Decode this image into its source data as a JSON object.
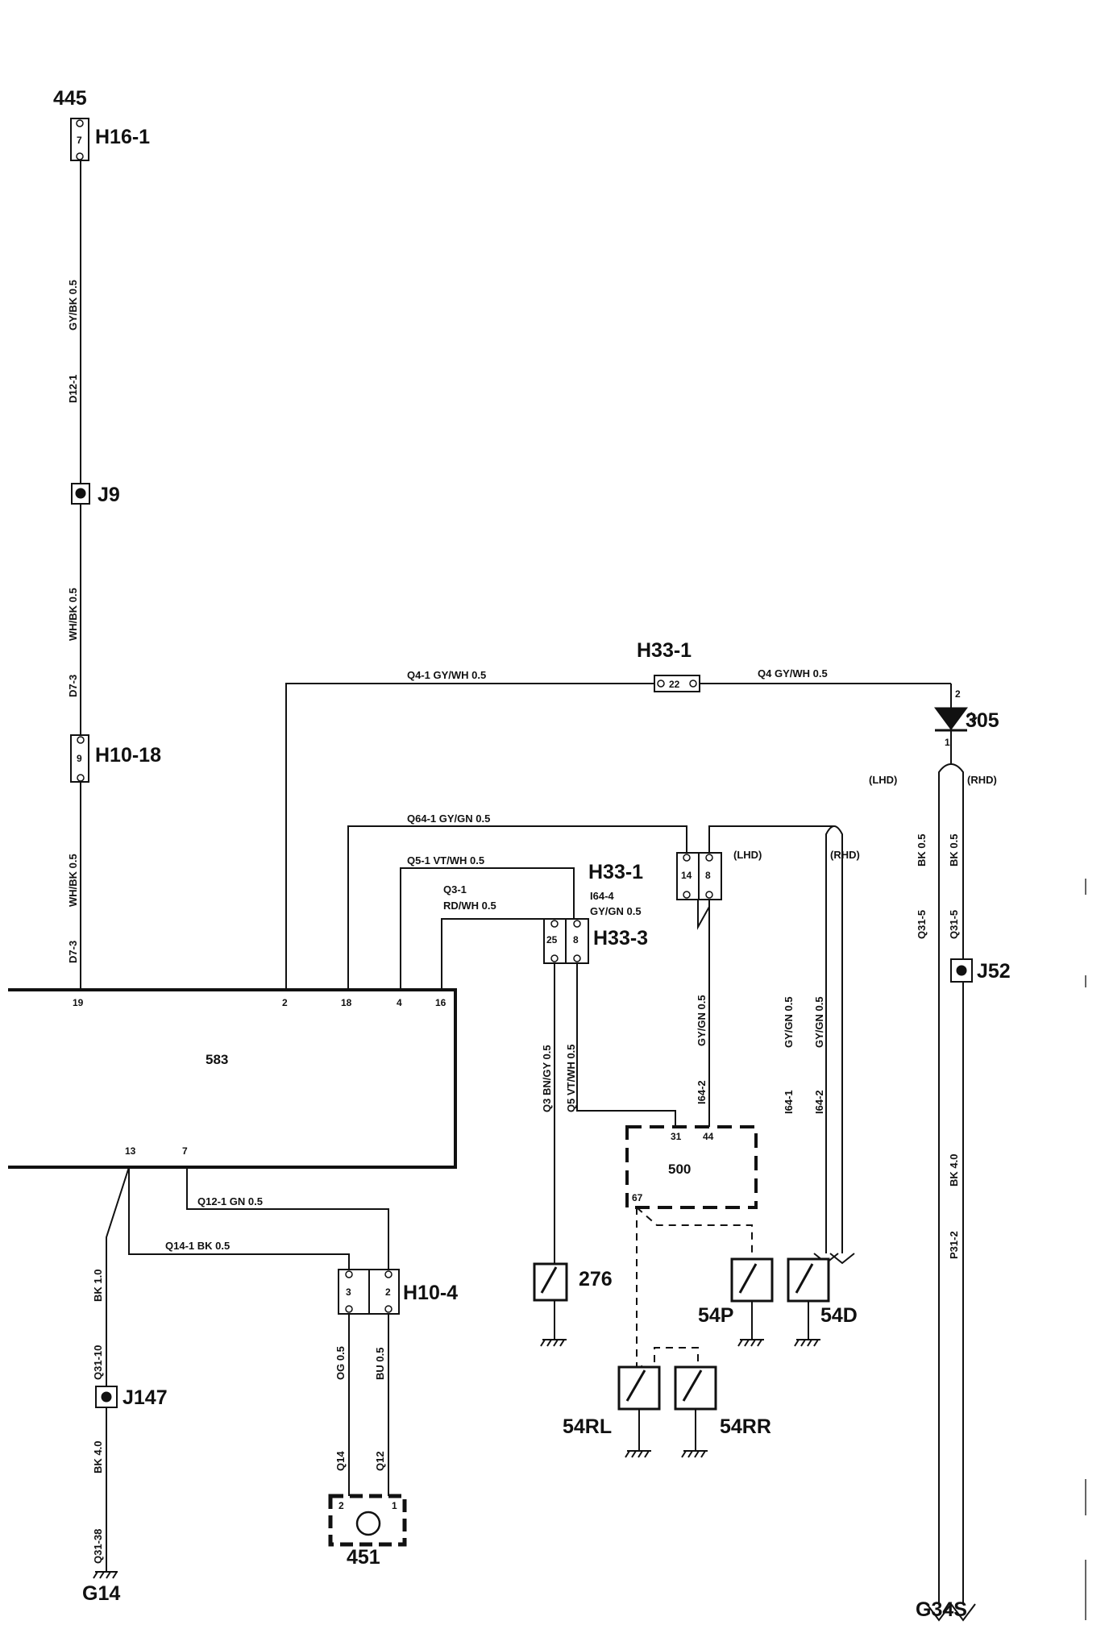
{
  "components": {
    "c445": "445",
    "h16_1": "H16-1",
    "j9": "J9",
    "h10_18": "H10-18",
    "h33_1_top": "H33-1",
    "h33_1_mid": "H33-1",
    "h33_3": "H33-3",
    "c305": "305",
    "j52": "J52",
    "c583": "583",
    "c500": "500",
    "h10_4": "H10-4",
    "c276": "276",
    "c54p": "54P",
    "c54d": "54D",
    "c54rl": "54RL",
    "c54rr": "54RR",
    "g34s": "G34S",
    "j147": "J147",
    "c451": "451",
    "g14": "G14"
  },
  "wires": {
    "left_top_a": "D12-1",
    "left_top_b": "GY/BK 0.5",
    "left_mid_a": "D7-3",
    "left_mid_b": "WH/BK 0.5",
    "left_low_a": "D7-3",
    "left_low_b": "WH/BK 0.5",
    "q4_1": "Q4-1  GY/WH 0.5",
    "q4": "Q4  GY/WH 0.5",
    "q64_1": "Q64-1  GY/GN 0.5",
    "q5_1": "Q5-1  VT/WH 0.5",
    "q3_1a": "Q3-1",
    "q3_1b": "RD/WH 0.5",
    "i64_4a": "I64-4",
    "i64_4b": "GY/GN 0.5",
    "q3_down": "Q3 BN/GY 0.5",
    "q5_down": "Q5 VT/WH 0.5",
    "gygn_down": "GY/GN 0.5",
    "i64_2_down": "I64-2",
    "i64_1_rhd_a": "I64-1",
    "i64_1_rhd_b": "GY/GN 0.5",
    "i64_2_rhd_a": "I64-2",
    "i64_2_rhd_b": "GY/GN 0.5",
    "q31_5_lhd_a": "Q31-5",
    "q31_5_lhd_b": "BK 0.5",
    "q31_5_rhd_a": "Q31-5",
    "q31_5_rhd_b": "BK 0.5",
    "p31_2_a": "P31-2",
    "p31_2_b": "BK 4.0",
    "q12_1": "Q12-1  GN  0.5",
    "q14_1": "Q14-1  BK  0.5",
    "q31_10_a": "Q31-10",
    "q31_10_b": "BK 1.0",
    "q31_38_a": "Q31-38",
    "q31_38_b": "BK 4.0",
    "q14_a": "Q14",
    "q14_b": "OG 0.5",
    "q12_a": "Q12",
    "q12_b": "BU 0.5"
  },
  "variants": {
    "lhd_right": "(LHD)",
    "rhd_right": "(RHD)",
    "lhd_mid": "(LHD)",
    "rhd_mid": "(RHD)"
  },
  "pins": {
    "p583_19": "19",
    "p583_2": "2",
    "p583_18": "18",
    "p583_4": "4",
    "p583_16": "16",
    "p583_13": "13",
    "p583_7": "7",
    "h16_1_pin": "7",
    "h10_18_pin": "9",
    "h33_1_top_pin": "22",
    "h33_1_a": "14",
    "h33_1_b": "8",
    "h33_3_a": "25",
    "h33_3_b": "8",
    "p500_31": "31",
    "p500_44": "44",
    "p500_67": "67",
    "h10_4_a": "3",
    "h10_4_b": "2",
    "d305_top": "2",
    "d305_bot": "1",
    "p451_2": "2",
    "p451_1": "1"
  }
}
